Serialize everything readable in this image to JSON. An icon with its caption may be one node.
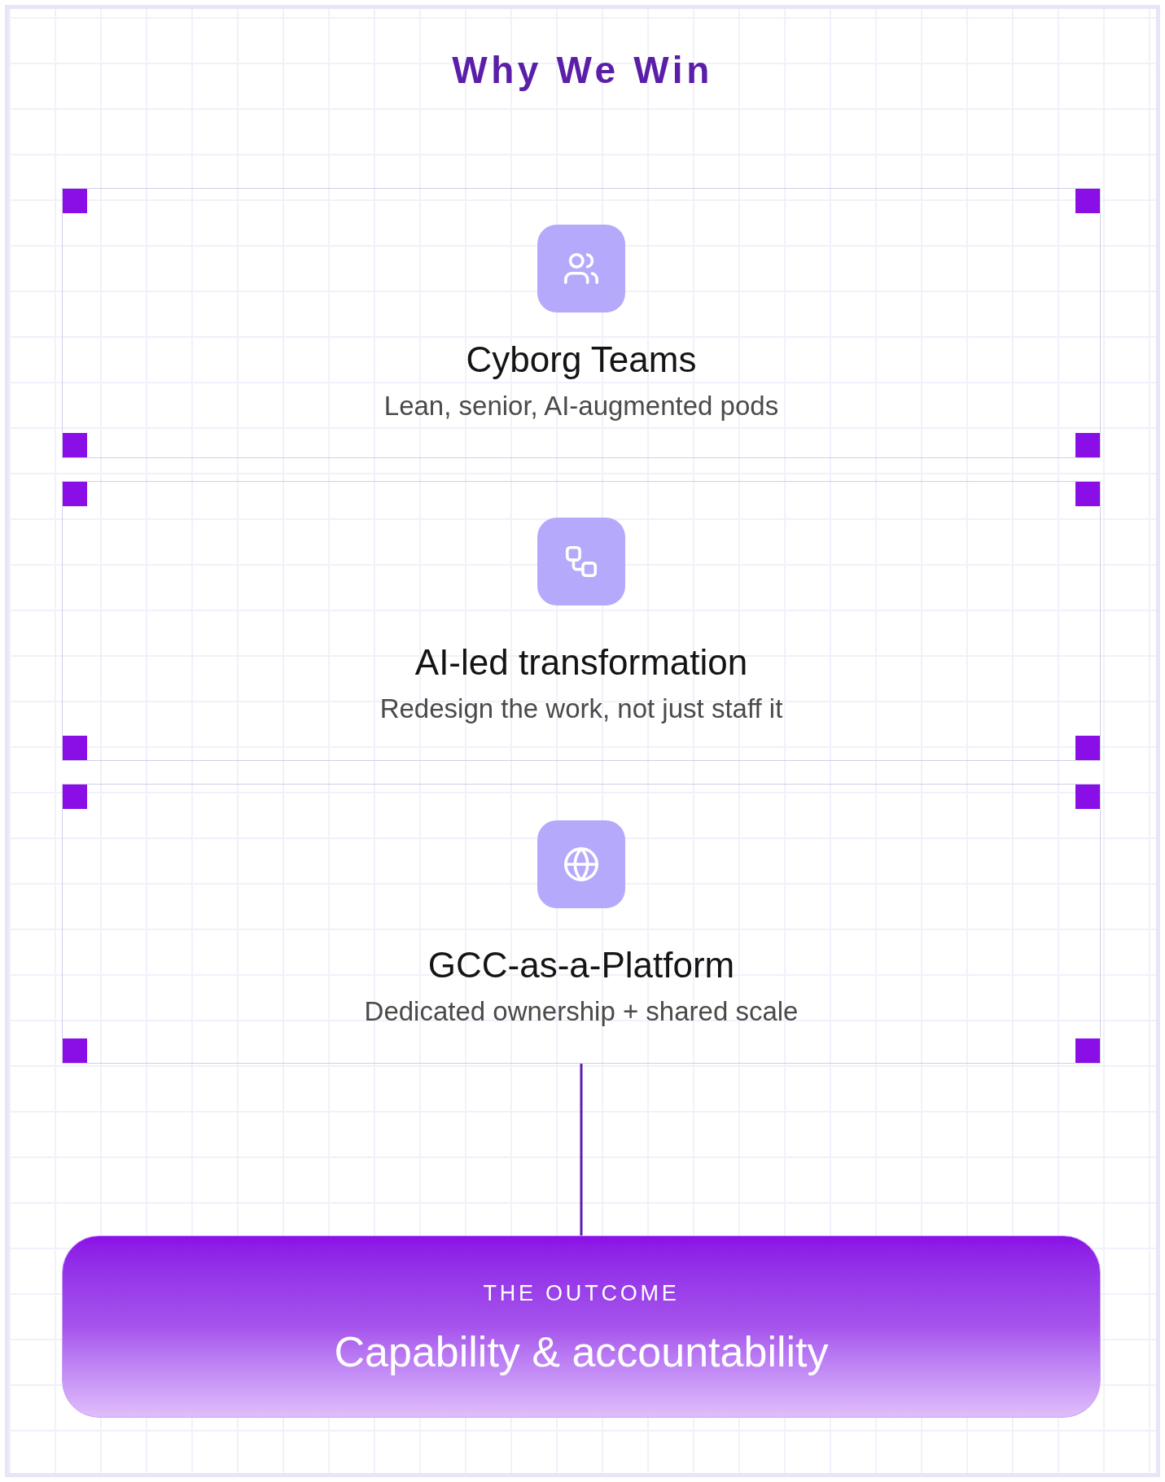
{
  "diagram": {
    "title": "Why We Win",
    "nodes": [
      {
        "text": [
          "Cyborg Teams",
          "Lean, senior, AI-augmented pods"
        ]
      },
      {
        "text": [
          "AI-led transformation",
          "Redesign the work, not just staff it"
        ]
      },
      {
        "text": [
          "GCC-as-a-Platform",
          "Dedicated ownership + shared scale"
        ]
      },
      {
        "text": [
          "THE OUTCOME",
          "Capability & accountability"
        ]
      }
    ],
    "edges": [
      {
        "from": 2,
        "to": 3,
        "arrow": "none"
      }
    ]
  }
}
